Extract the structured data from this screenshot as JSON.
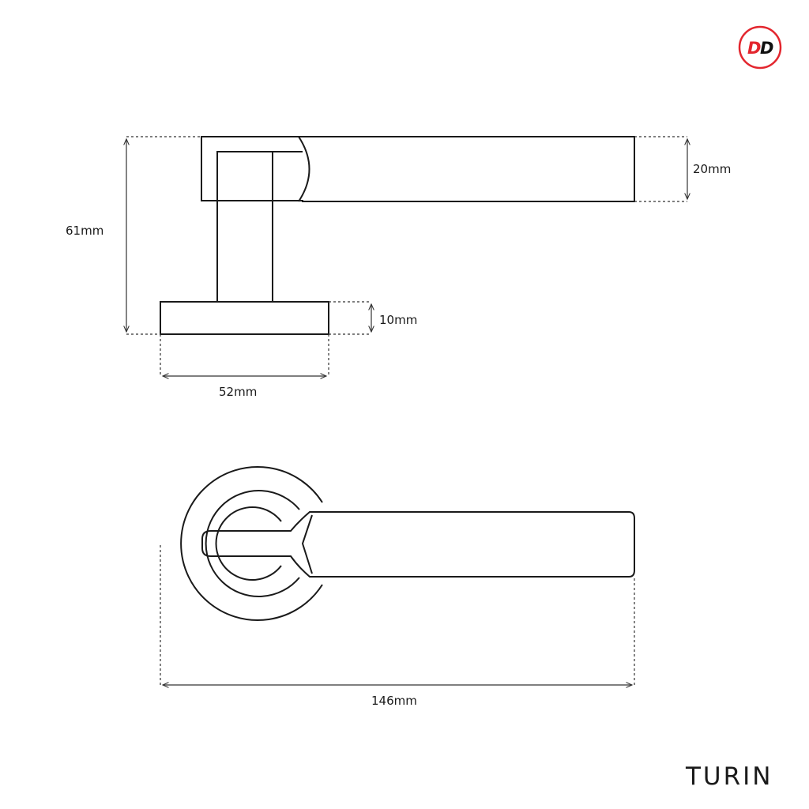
{
  "brand": {
    "logo_letters_1": "D",
    "logo_letters_2": "D",
    "ring_color": "#e3262e",
    "letter_color_1": "#e3262e",
    "letter_color_2": "#111111"
  },
  "product": {
    "name": "TURIN"
  },
  "dimensions": {
    "total_height": "61mm",
    "lever_thickness": "20mm",
    "rose_thickness": "10mm",
    "rose_diameter": "52mm",
    "overall_length": "146mm"
  },
  "colors": {
    "line": "#1a1a1a",
    "dim_line": "#333333"
  }
}
